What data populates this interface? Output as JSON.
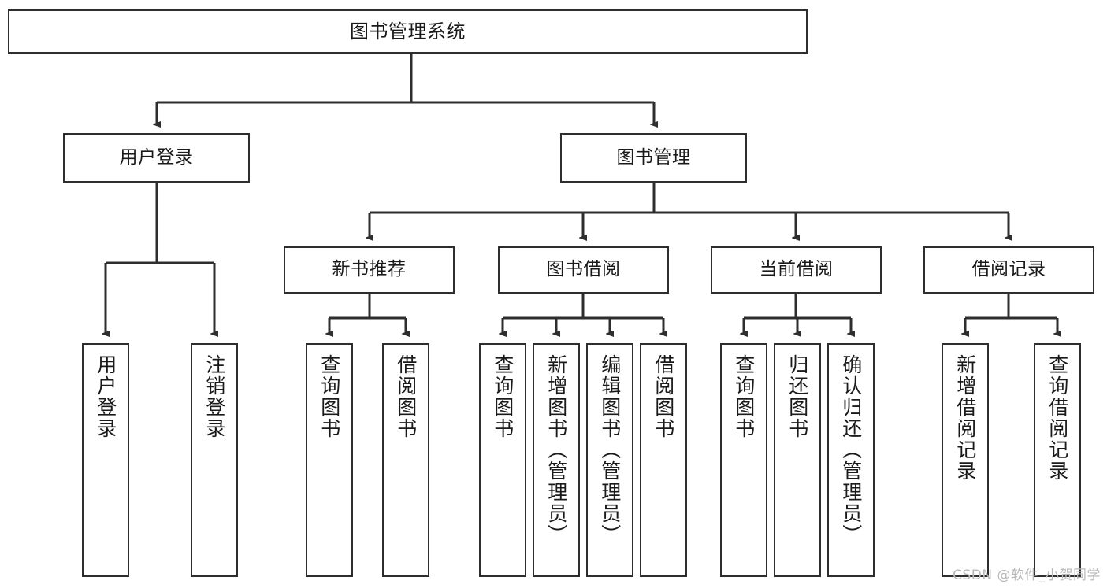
{
  "diagram": {
    "title": "图书管理系统",
    "watermark": "CSDN @软件_小贺同学",
    "colors": {
      "line": "#2e2e2e",
      "box_border": "#2e2e2e",
      "box_fill": "#ffffff",
      "text": "#1a1a1a",
      "watermark": "#b9b9b9"
    },
    "root": {
      "label": "图书管理系统"
    },
    "level1": [
      {
        "label": "用户登录"
      },
      {
        "label": "图书管理"
      }
    ],
    "level2": [
      {
        "label": "新书推荐"
      },
      {
        "label": "图书借阅"
      },
      {
        "label": "当前借阅"
      },
      {
        "label": "借阅记录"
      }
    ],
    "leaves": {
      "user_login": [
        {
          "label": "用户登录"
        },
        {
          "label": "注销登录"
        }
      ],
      "new_book": [
        {
          "label": "查询图书"
        },
        {
          "label": "借阅图书"
        }
      ],
      "book_borrow": [
        {
          "label": "查询图书"
        },
        {
          "label": "新增图书（管理员）"
        },
        {
          "label": "编辑图书（管理员）"
        },
        {
          "label": "借阅图书"
        }
      ],
      "current_borrow": [
        {
          "label": "查询图书"
        },
        {
          "label": "归还图书"
        },
        {
          "label": "确认归还（管理员）"
        }
      ],
      "borrow_record": [
        {
          "label": "新增借阅记录"
        },
        {
          "label": "查询借阅记录"
        }
      ]
    }
  }
}
